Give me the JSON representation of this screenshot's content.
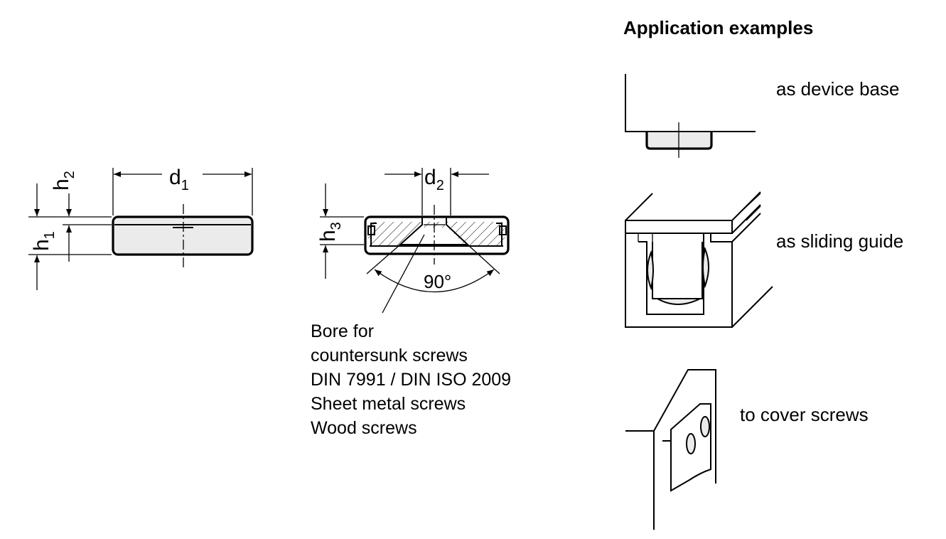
{
  "dimension_labels": {
    "d1": {
      "base": "d",
      "sub": "1"
    },
    "d2": {
      "base": "d",
      "sub": "2"
    },
    "h1": {
      "base": "h",
      "sub": "1"
    },
    "h2": {
      "base": "h",
      "sub": "2"
    },
    "h3": {
      "base": "h",
      "sub": "3"
    },
    "angle": "90°"
  },
  "bore_note": [
    "Bore for",
    "countersunk screws",
    "DIN 7991 / DIN ISO 2009",
    "Sheet metal screws",
    "Wood screws"
  ],
  "application": {
    "title": "Application examples",
    "examples": [
      {
        "label": "as device base"
      },
      {
        "label": "as sliding guide"
      },
      {
        "label": "to cover screws"
      }
    ]
  },
  "colors": {
    "line": "#000000",
    "fill": "#ebebeb",
    "background": "#ffffff"
  }
}
